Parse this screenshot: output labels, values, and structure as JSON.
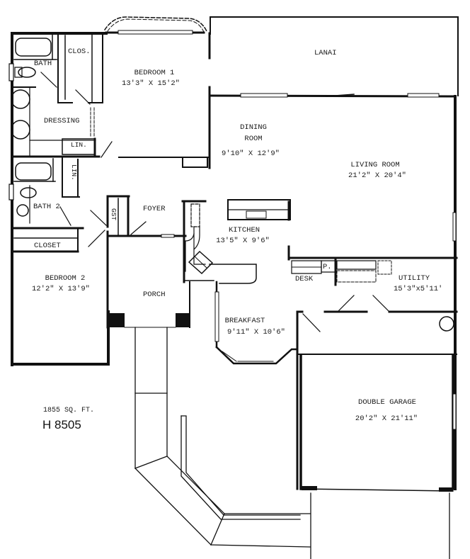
{
  "plan": {
    "id": "H 8505",
    "square_feet": "1855 SQ. FT.",
    "colors": {
      "wall": "#111111",
      "background": "#ffffff",
      "text": "#1a1a1a"
    }
  },
  "rooms": {
    "lanai": {
      "name": "LANAI"
    },
    "bedroom1": {
      "name": "BEDROOM 1",
      "size": "13'3\" X 15'2\""
    },
    "clos": {
      "name": "CLOS."
    },
    "bath": {
      "name": "BATH"
    },
    "dressing": {
      "name": "DRESSING"
    },
    "lin1": {
      "name": "LIN."
    },
    "lin2": {
      "name": "LIN."
    },
    "dining": {
      "name1": "DINING",
      "name2": "ROOM",
      "size": "9'10\" X 12'9\""
    },
    "living": {
      "name": "LIVING ROOM",
      "size": "21'2\" X 20'4\""
    },
    "bath2": {
      "name": "BATH 2"
    },
    "gst": {
      "name": "GST"
    },
    "foyer": {
      "name": "FOYER"
    },
    "closet": {
      "name": "CLOSET"
    },
    "kitchen": {
      "name": "KITCHEN",
      "size": "13'5\" X 9'6\""
    },
    "bedroom2": {
      "name": "BEDROOM 2",
      "size": "12'2\" X 13'9\""
    },
    "porch": {
      "name": "PORCH"
    },
    "desk": {
      "name": "DESK"
    },
    "pantry": {
      "name": "P."
    },
    "utility": {
      "name": "UTILITY",
      "size": "15'3\"x5'11'"
    },
    "breakfast": {
      "name": "BREAKFAST",
      "size": "9'11\" X 10'6\""
    },
    "garage": {
      "name": "DOUBLE GARAGE",
      "size": "20'2\" X 21'11\""
    }
  }
}
